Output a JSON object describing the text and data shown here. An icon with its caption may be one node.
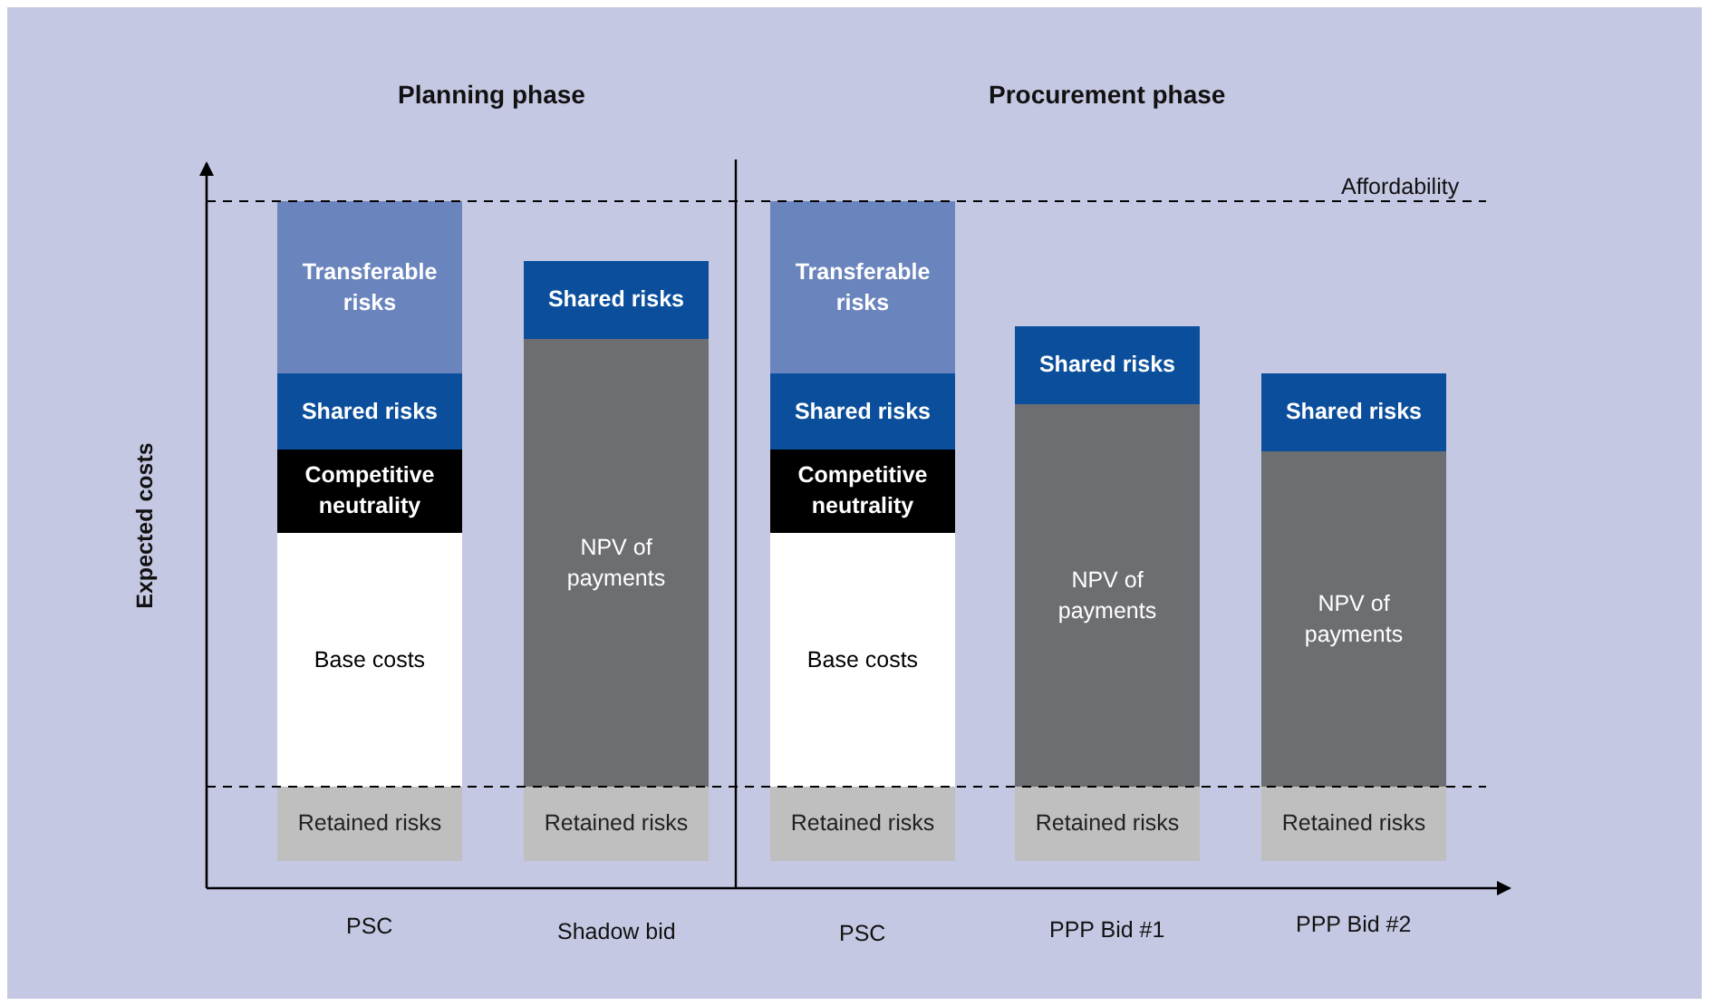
{
  "diagram": {
    "nodes": [
      {
        "text": [
          "Transferable risks"
        ]
      },
      {
        "text": [
          "Shared risks"
        ]
      },
      {
        "text": [
          "Competitive neutrality"
        ]
      },
      {
        "text": [
          "Base costs"
        ]
      },
      {
        "text": [
          "Retained risks"
        ]
      },
      {
        "text": [
          "Shared risks"
        ]
      },
      {
        "text": [
          "NPV of payments"
        ]
      },
      {
        "text": [
          "Retained risks"
        ]
      },
      {
        "text": [
          "Transferable risks"
        ]
      },
      {
        "text": [
          "Shared risks"
        ]
      },
      {
        "text": [
          "Competitive neutrality"
        ]
      },
      {
        "text": [
          "Base costs"
        ]
      },
      {
        "text": [
          "Retained risks"
        ]
      },
      {
        "text": [
          "Shared risks"
        ]
      },
      {
        "text": [
          "NPV of payments"
        ]
      },
      {
        "text": [
          "Retained risks"
        ]
      },
      {
        "text": [
          "Shared risks"
        ]
      },
      {
        "text": [
          "NPV of payments"
        ]
      },
      {
        "text": [
          "Retained risks"
        ]
      }
    ],
    "edges": [],
    "labels": [
      "Planning phase",
      "Procurement phase",
      "Affordability",
      "Expected costs",
      "PSC",
      "Shadow bid",
      "PSC",
      "PPP Bid #1",
      "PPP Bid #2"
    ]
  }
}
